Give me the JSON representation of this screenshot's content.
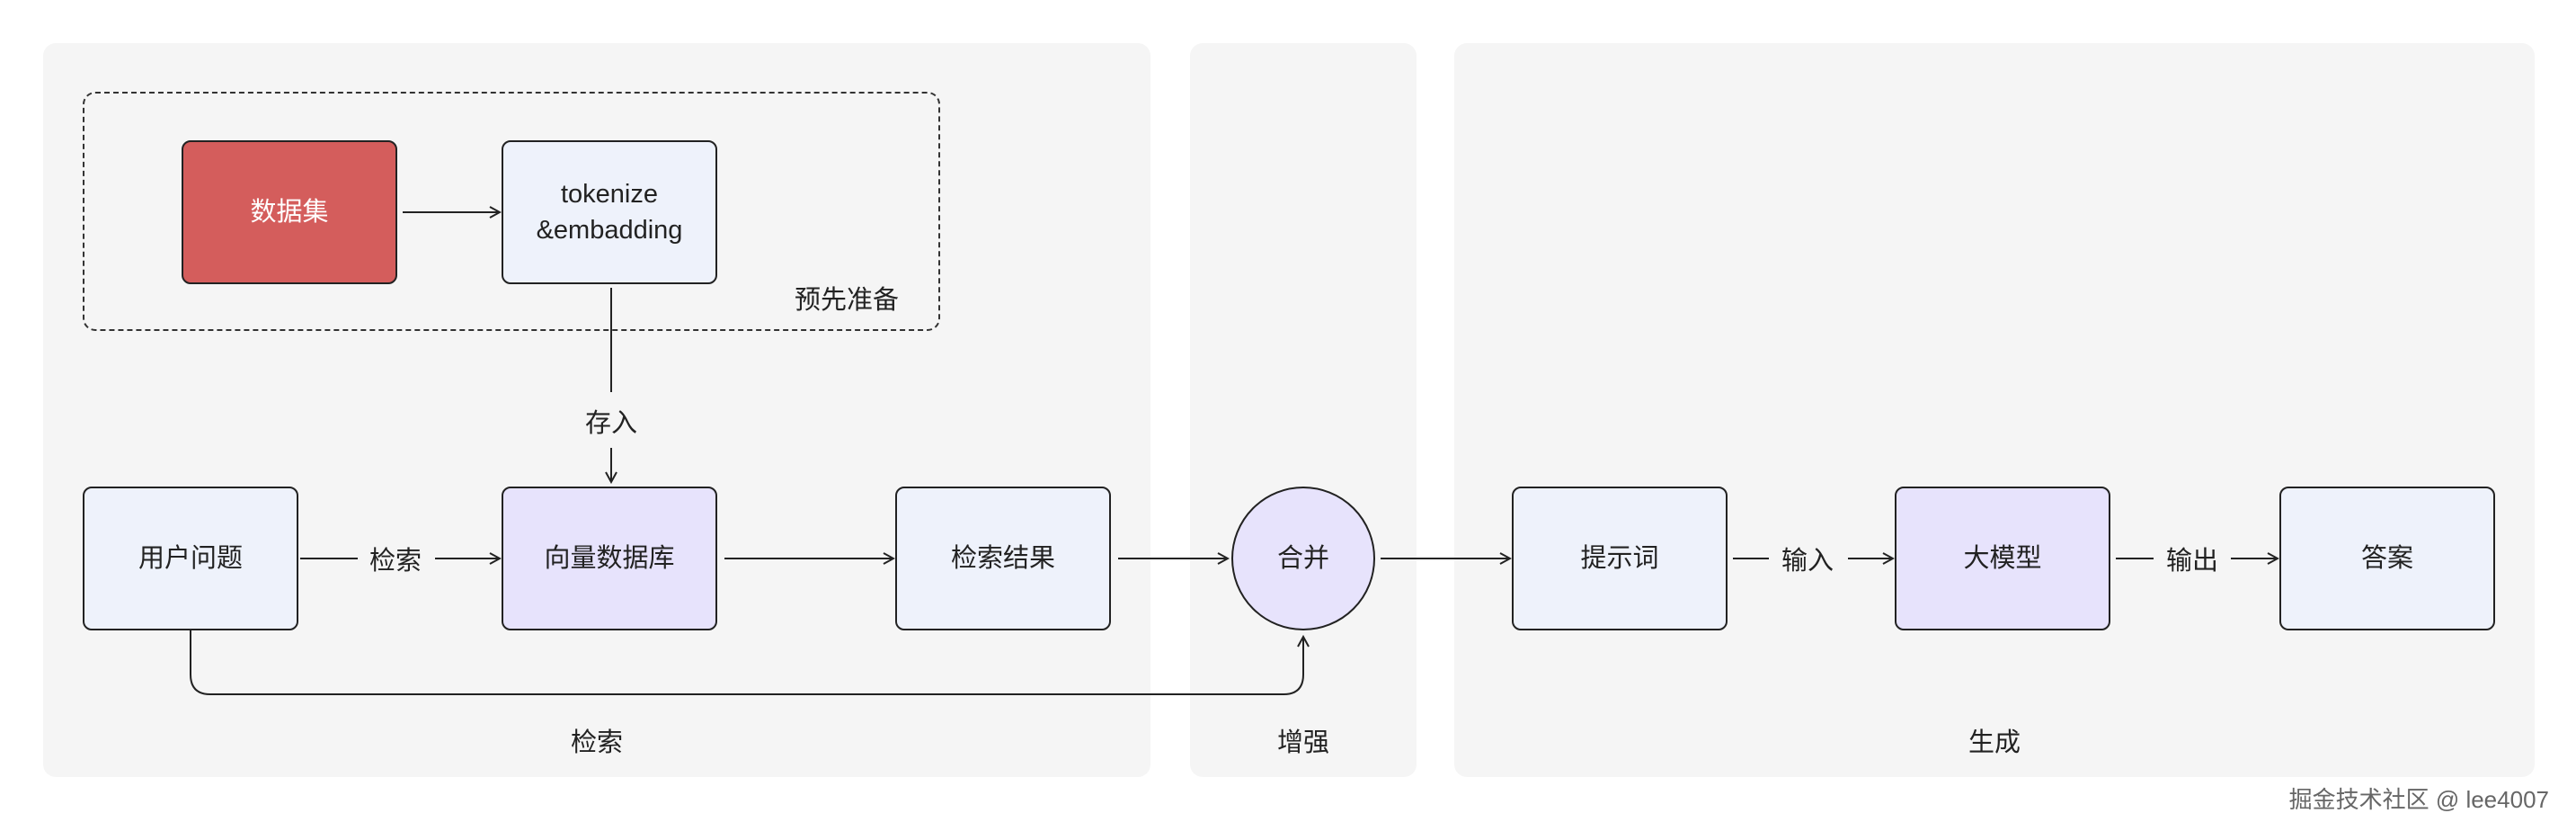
{
  "panels": {
    "retrieval": "检索",
    "augment": "增强",
    "generation": "生成"
  },
  "prep_group_label": "预先准备",
  "nodes": {
    "dataset": "数据集",
    "tokenize": "tokenize\n&embadding",
    "user_question": "用户问题",
    "vector_db": "向量数据库",
    "search_results": "检索结果",
    "merge": "合并",
    "prompt": "提示词",
    "llm": "大模型",
    "answer": "答案"
  },
  "edge_labels": {
    "store": "存入",
    "search": "检索",
    "input": "输入",
    "output": "输出"
  },
  "watermark": "掘金技术社区 @ lee4007",
  "colors": {
    "panel_bg": "#f5f5f5",
    "node_blue": "#eef2fb",
    "node_purple": "#e7e3fc",
    "node_red": "#d45d5c"
  }
}
